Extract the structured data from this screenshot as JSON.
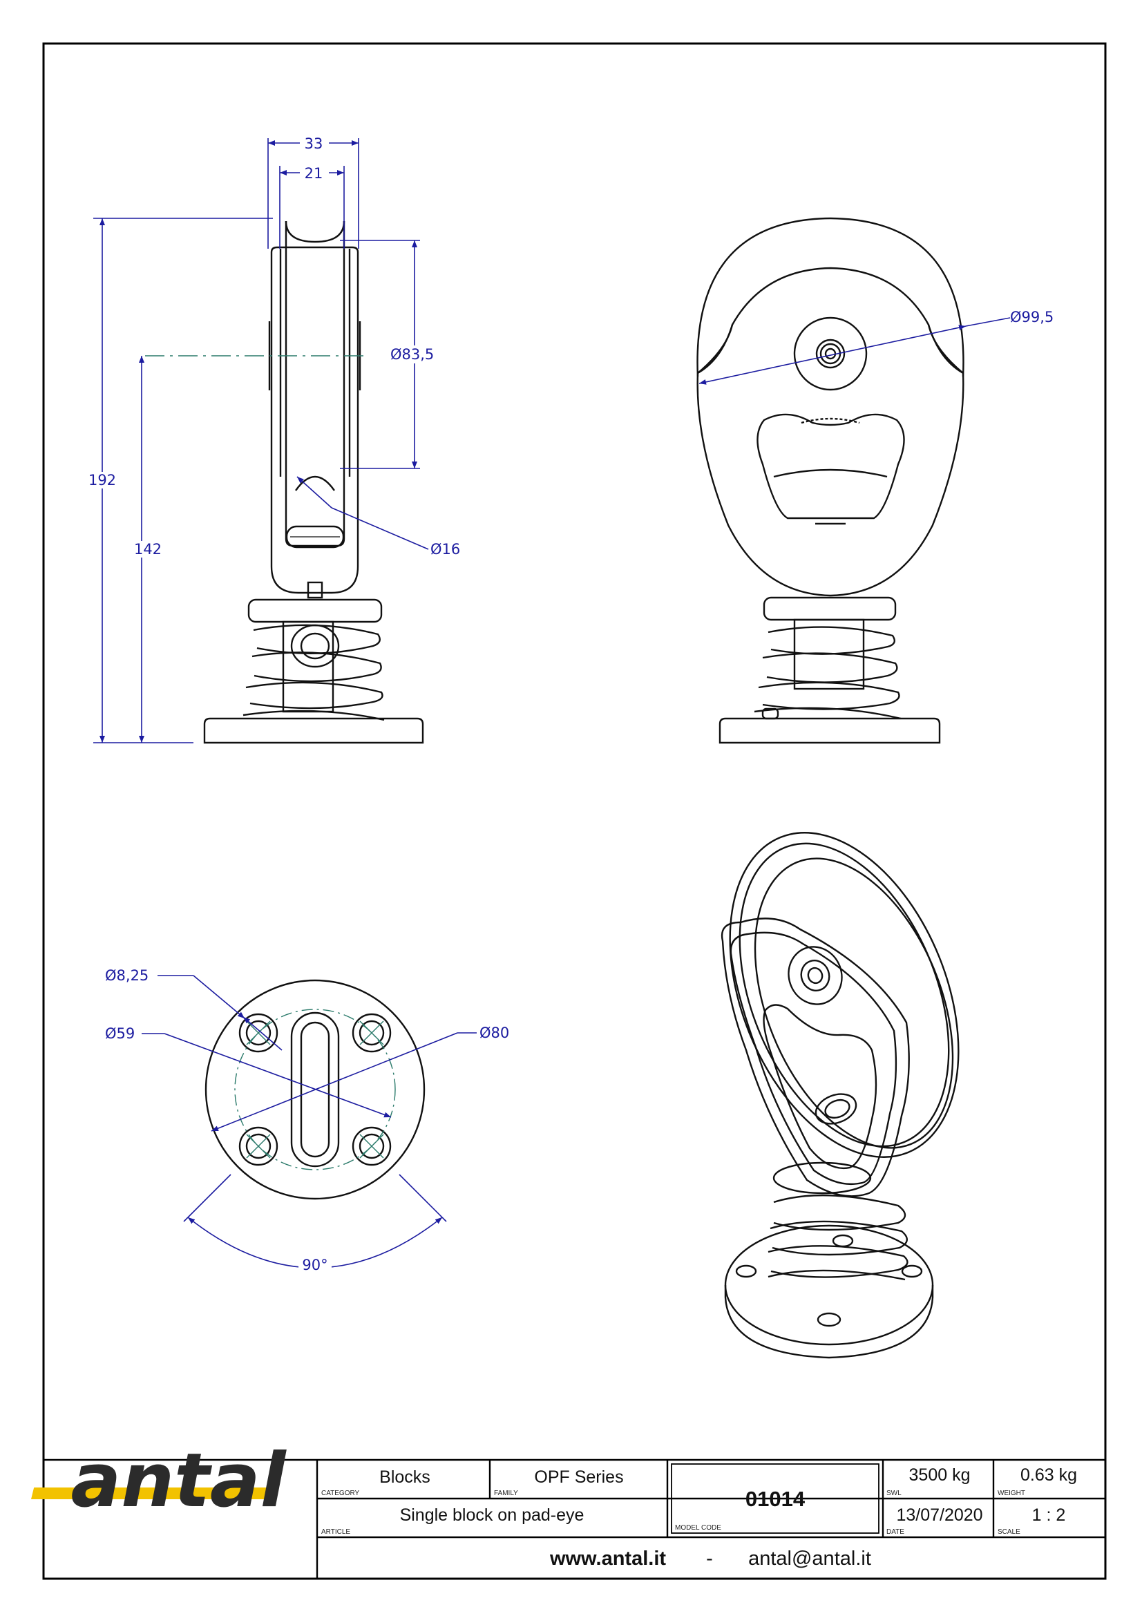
{
  "dimensions": {
    "width_outer": "33",
    "width_inner": "21",
    "height_total": "192",
    "height_axis": "142",
    "sheave_dia": "Ø83,5",
    "pin_dia": "Ø16",
    "side_dia": "Ø99,5",
    "hole_dia": "Ø8,25",
    "bolt_circle": "Ø59",
    "base_dia": "Ø80",
    "angle": "90°"
  },
  "title_block": {
    "logo": "antal",
    "category_value": "Blocks",
    "category_label": "CATEGORY",
    "family_value": "OPF Series",
    "family_label": "FAMILY",
    "article_value": "Single block on pad-eye",
    "article_label": "ARTICLE",
    "model_code_value": "01014",
    "model_code_label": "MODEL CODE",
    "swl_value": "3500 kg",
    "swl_label": "SWL",
    "weight_value": "0.63 kg",
    "weight_label": "WEIGHT",
    "date_value": "13/07/2020",
    "date_label": "DATE",
    "scale_value": "1 : 2",
    "scale_label": "SCALE",
    "website": "www.antal.it",
    "separator": "-",
    "email": "antal@antal.it"
  },
  "colors": {
    "dimension": "#1c1ca0",
    "centerline": "#2a7a6a",
    "logo_stripe": "#f2c200"
  }
}
